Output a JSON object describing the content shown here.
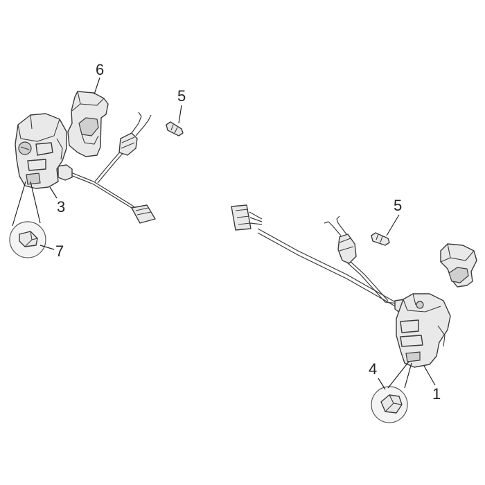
{
  "callouts": [
    {
      "id": "1",
      "text": "1"
    },
    {
      "id": "3",
      "text": "3"
    },
    {
      "id": "4",
      "text": "4"
    },
    {
      "id": "5a",
      "text": "5"
    },
    {
      "id": "5b",
      "text": "5"
    },
    {
      "id": "6",
      "text": "6"
    },
    {
      "id": "7",
      "text": "7"
    }
  ],
  "colors": {
    "line": "#3a3a3a",
    "fill": "#e9e9e9",
    "background": "#ffffff"
  }
}
